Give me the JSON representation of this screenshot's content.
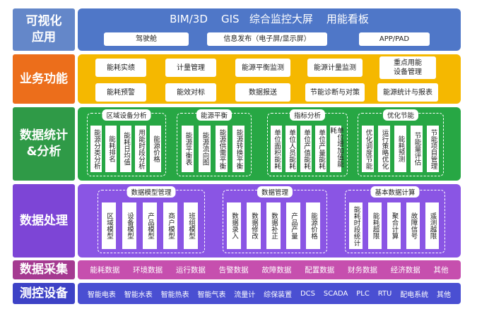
{
  "rows": {
    "app": {
      "label": "可视化\n应用",
      "title": "BIM/3D    GIS   综合监控大屏    用能看板",
      "items": [
        "驾驶舱",
        "信息发布（电子屏/显示屏）",
        "APP/PAD"
      ]
    },
    "biz": {
      "label": "业务功能",
      "items": [
        "能耗实绩",
        "计量管理",
        "能源平衡监测",
        "能源计量监测",
        "重点用能\n设备管理",
        "能耗预警",
        "能效对标",
        "数据报送",
        "节能诊断与对策",
        "能源统计与报表"
      ]
    },
    "stat": {
      "label": "数据统计\n&分析",
      "groups": [
        {
          "title": "区域设备分析",
          "items": [
            "能源分类分析",
            "能耗排名",
            "能耗日均值",
            "用能时段分析",
            "能源价格"
          ]
        },
        {
          "title": "能源平衡",
          "items": [
            "能源平衡表",
            "能源流向图",
            "能源供需平衡",
            "能源转换平衡"
          ]
        },
        {
          "title": "指标分析",
          "items": [
            "单位面积能耗",
            "单位人员能耗",
            "单位产值能耗",
            "单位产量能耗",
            "单位增加值能耗"
          ]
        },
        {
          "title": "优化节能",
          "items": [
            "优化调度节能",
            "运行策略优化",
            "能耗预测",
            "节能量评估",
            "节能项目管理"
          ]
        }
      ]
    },
    "proc": {
      "label": "数据处理",
      "groups": [
        {
          "title": "数据模型管理",
          "items": [
            "区域模型",
            "设备模型",
            "产品模型",
            "商户模型",
            "班组模型"
          ]
        },
        {
          "title": "数据管理",
          "items": [
            "数据录入",
            "数据修改",
            "数据补正",
            "产品产量",
            "能源价格"
          ]
        },
        {
          "title": "基本数据计算",
          "items": [
            "能耗时段统计",
            "能耗超限",
            "聚合计算",
            "故障信号",
            "遥测越限"
          ]
        }
      ]
    },
    "acq": {
      "label": "数据采集",
      "items": [
        "能耗数据",
        "环境数据",
        "运行数据",
        "告警数据",
        "故障数据",
        "配置数据",
        "财务数据",
        "经济数据",
        "其他"
      ]
    },
    "dev": {
      "label": "测控设备",
      "items": [
        "智能电表",
        "智能水表",
        "智能热表",
        "智能气表",
        "流量计",
        "综保装置",
        "DCS",
        "SCADA",
        "PLC",
        "RTU",
        "配电系统",
        "其他"
      ]
    }
  }
}
